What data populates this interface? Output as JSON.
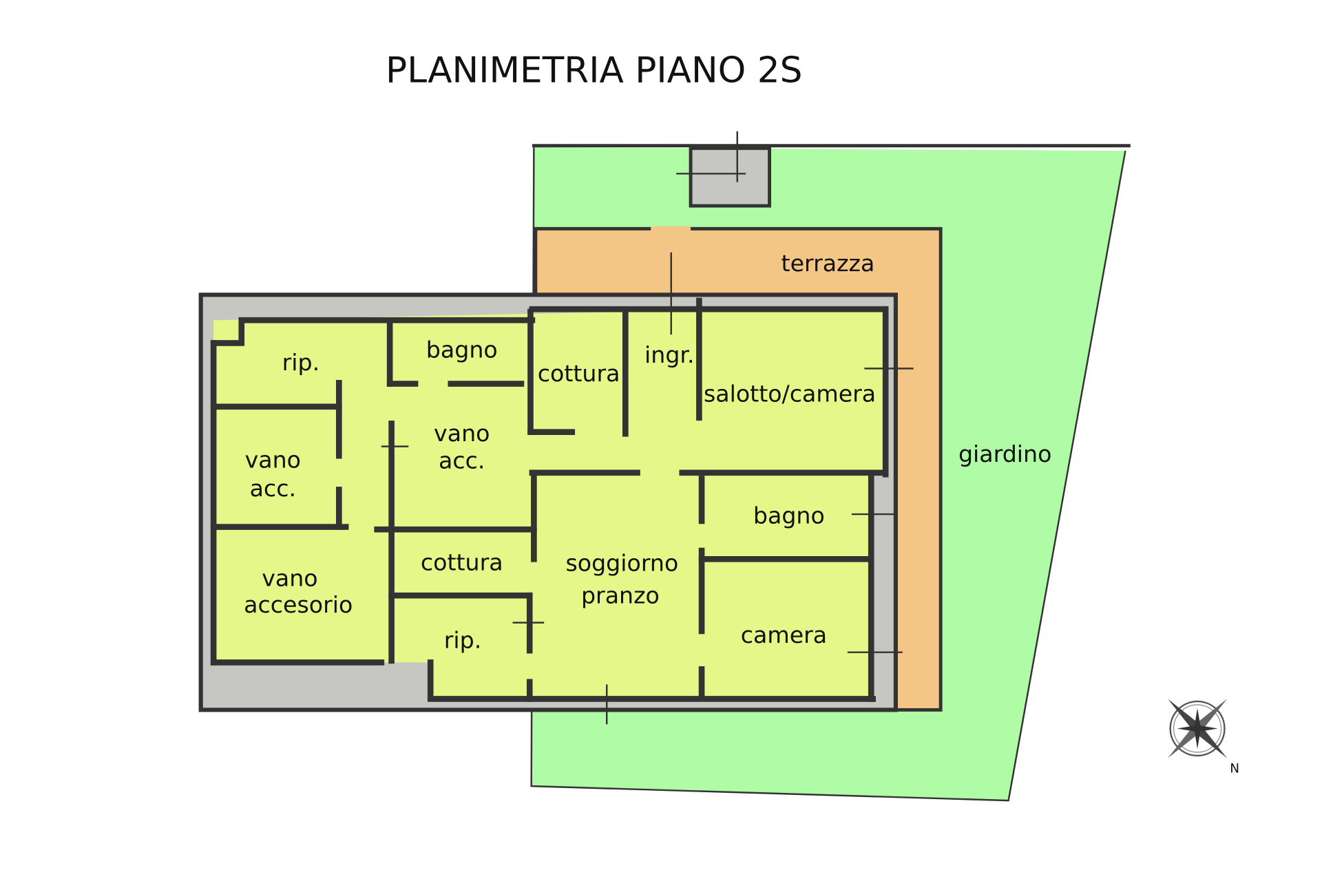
{
  "title": "PLANIMETRIA PIANO 2S",
  "colors": {
    "garden": "#b0fca6",
    "terrace": "#f3c686",
    "rooms": "#e6f78a",
    "walls": "#333333",
    "gray": "#c6c6c2"
  },
  "areas": {
    "terrazza": "terrazza",
    "giardino": "giardino"
  },
  "rooms": {
    "rip_top": "rip.",
    "bagno_top": "bagno",
    "cottura_top": "cottura",
    "ingr": "ingr.",
    "salotto": "salotto/camera",
    "vano_acc_left_1": "vano",
    "vano_acc_left_2": "acc.",
    "vano_acc_mid_1": "vano",
    "vano_acc_mid_2": "acc.",
    "bagno_right": "bagno",
    "vano_accesorio_1": "vano",
    "vano_accesorio_2": "accesorio",
    "cottura_mid": "cottura",
    "soggiorno_1": "soggiorno",
    "soggiorno_2": "pranzo",
    "rip_bottom": "rip.",
    "camera": "camera"
  },
  "compass": {
    "north_label": "N"
  }
}
